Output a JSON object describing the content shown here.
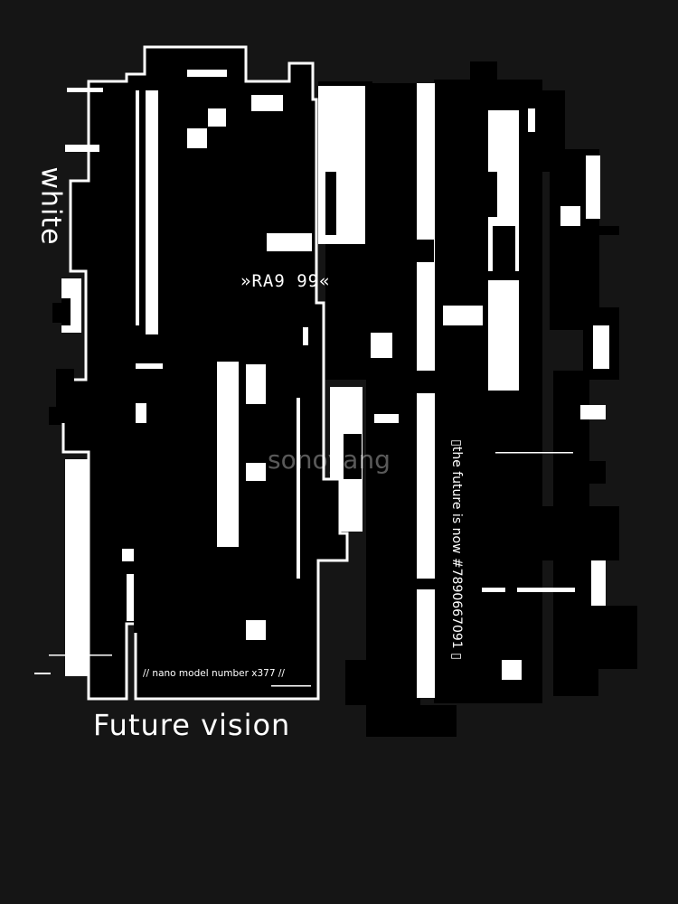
{
  "artwork": {
    "background_color": "#151515",
    "ink_color": "#ffffff",
    "shape_color": "#000000",
    "texts": {
      "side_word": "white",
      "code": "»RA9  99«",
      "model_line": "// nano model number x377 //",
      "title": "Future vision",
      "vertical_line": "▯the future is now #7890667091 ▯",
      "watermark": "sonoyang"
    }
  }
}
